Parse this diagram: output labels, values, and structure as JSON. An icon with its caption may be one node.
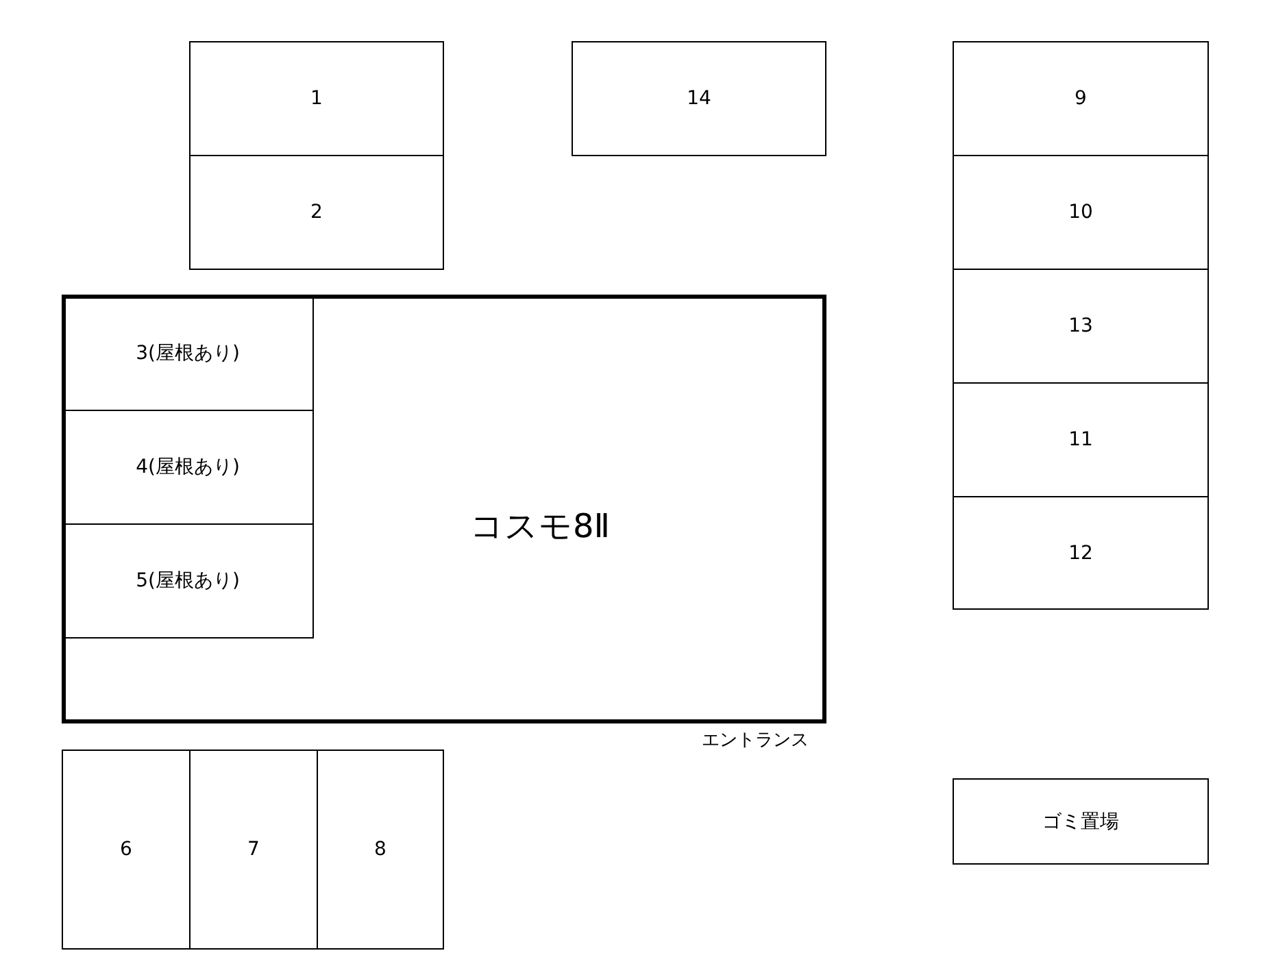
{
  "diagram": {
    "nodes": [
      {
        "text": [
          "1"
        ]
      },
      {
        "text": [
          "2"
        ]
      },
      {
        "text": [
          "14"
        ]
      },
      {
        "text": [
          "9"
        ]
      },
      {
        "text": [
          "10"
        ]
      },
      {
        "text": [
          "13"
        ]
      },
      {
        "text": [
          "11"
        ]
      },
      {
        "text": [
          "12"
        ]
      },
      {
        "text": [
          "コスモ8Ⅱ"
        ]
      },
      {
        "text": [
          "3(屋根あり)"
        ],
        "in": 8
      },
      {
        "text": [
          "4(屋根あり)"
        ],
        "in": 8
      },
      {
        "text": [
          "5(屋根あり)"
        ],
        "in": 8
      },
      {
        "text": [
          "6"
        ]
      },
      {
        "text": [
          "7"
        ]
      },
      {
        "text": [
          "8"
        ]
      },
      {
        "text": [
          "ゴミ置場"
        ]
      }
    ],
    "labels": [
      "エントランス"
    ]
  }
}
